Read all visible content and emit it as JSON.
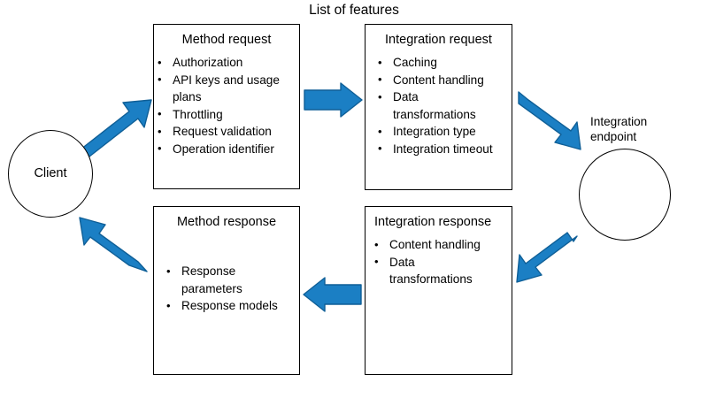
{
  "diagram": {
    "title": "List of features",
    "accent_color": "#1b7fc4",
    "arrow_stroke_color": "#0f5f97",
    "outline_color": "#000000",
    "background_color": "#ffffff"
  },
  "nodes": {
    "client": {
      "label": "Client"
    },
    "integration_endpoint": {
      "label_line1": "Integration",
      "label_line2": "endpoint"
    },
    "method_request": {
      "title": "Method request",
      "bullets": [
        "Authorization",
        "API keys and usage plans",
        "Throttling",
        "Request validation",
        "Operation identifier"
      ]
    },
    "integration_request": {
      "title": "Integration request",
      "bullets": [
        "Caching",
        "Content handling",
        "Data transformations",
        "Integration type",
        "Integration timeout"
      ]
    },
    "method_response": {
      "title": "Method response",
      "bullets": [
        "Response parameters",
        "Response models"
      ]
    },
    "integration_response": {
      "title": "Integration response",
      "bullets": [
        "Content handling",
        "Data transformations"
      ]
    }
  },
  "arrows": [
    {
      "name": "client-to-method-request",
      "direction": "up-right"
    },
    {
      "name": "method-request-to-integration-request",
      "direction": "right"
    },
    {
      "name": "integration-request-to-endpoint",
      "direction": "down-right"
    },
    {
      "name": "endpoint-to-integration-response",
      "direction": "down-left"
    },
    {
      "name": "integration-response-to-method-response",
      "direction": "left"
    },
    {
      "name": "method-response-to-client",
      "direction": "up-left"
    }
  ]
}
